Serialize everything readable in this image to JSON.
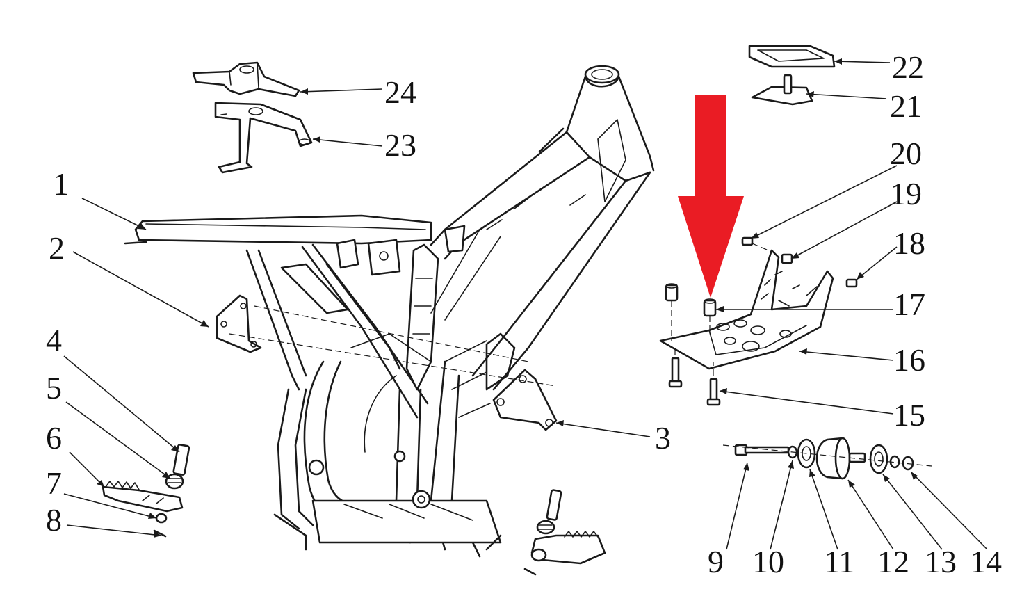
{
  "diagram": {
    "callouts": [
      "1",
      "2",
      "3",
      "4",
      "5",
      "6",
      "7",
      "8",
      "9",
      "10",
      "11",
      "12",
      "13",
      "14",
      "15",
      "16",
      "17",
      "18",
      "19",
      "20",
      "21",
      "22",
      "23",
      "24"
    ],
    "highlight_color": "#ea1c24",
    "line_color": "#1a1a1a"
  }
}
